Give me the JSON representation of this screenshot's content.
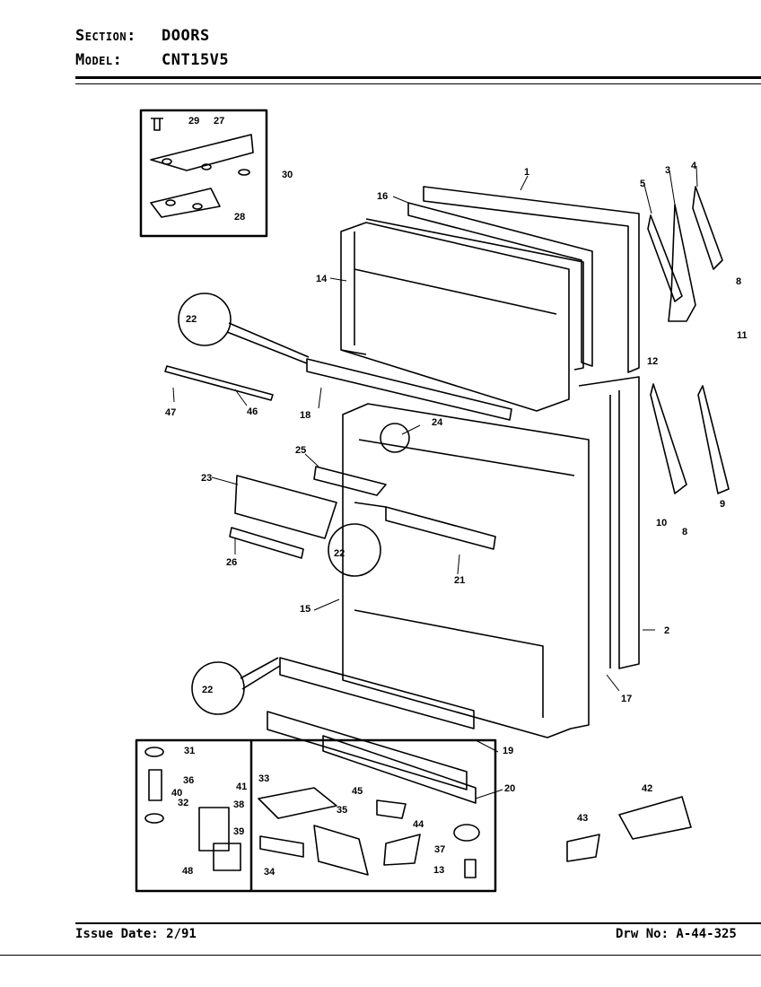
{
  "header": {
    "section_key": "Section:",
    "section_value": "DOORS",
    "model_key": "Model:",
    "model_value": "CNT15V5"
  },
  "footer": {
    "issue_date": "Issue Date: 2/91",
    "drawing_no": "Drw No: A-44-325"
  },
  "callouts": [
    "1",
    "2",
    "3",
    "4",
    "5",
    "8",
    "9",
    "10",
    "11",
    "12",
    "13",
    "14",
    "15",
    "16",
    "17",
    "18",
    "19",
    "20",
    "21",
    "22",
    "23",
    "24",
    "25",
    "26",
    "27",
    "28",
    "29",
    "30",
    "31",
    "32",
    "33",
    "34",
    "35",
    "36",
    "37",
    "38",
    "39",
    "40",
    "41",
    "42",
    "43",
    "44",
    "45",
    "46",
    "47",
    "48"
  ]
}
